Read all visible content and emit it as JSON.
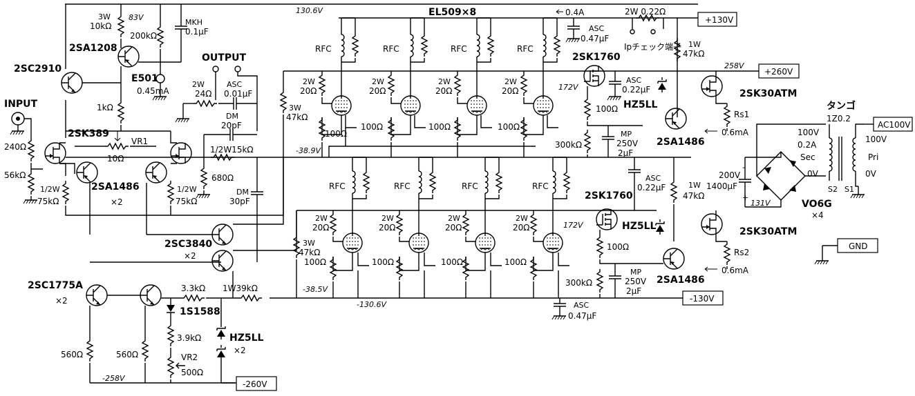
{
  "header": {
    "tubes_label": "EL509×8"
  },
  "terminals": {
    "b_plus": "+130V",
    "b_plus2": "+260V",
    "b_minus": "-130V",
    "b_minus2": "-260V",
    "ac": "AC100V",
    "gnd": "GND",
    "input": "INPUT",
    "output": "OUTPUT",
    "ip_check": "Ipチェック端子"
  },
  "voltages": {
    "top_rail": "130.6V",
    "bottom_rail": "-130.6V",
    "v258": "258V",
    "vneg258": "-258V",
    "v172a": "172V",
    "v172b": "172V",
    "vneg389": "-38.9V",
    "vneg385": "-38.5V",
    "v131": "131V",
    "v83": "83V",
    "current_04": "0.4A",
    "current_045": "0.45mA",
    "current_06a": "0.6mA",
    "current_06b": "0.6mA"
  },
  "semiconductors": {
    "q_2sa1208": "2SA1208",
    "q_2sc2910": "2SC2910",
    "q_2sk389": "2SK389",
    "q_2sa1486a": "2SA1486",
    "q_2sa1486a_x": "×2",
    "q_2sc3840": "2SC3840",
    "q_2sc3840_x": "×2",
    "q_2sc1775": "2SC1775A",
    "q_2sc1775_x": "×2",
    "q_2sk1760a": "2SK1760",
    "q_2sk1760b": "2SK1760",
    "q_2sk30a": "2SK30ATM",
    "q_2sk30b": "2SK30ATM",
    "q_2sa1486b": "2SA1486",
    "q_2sa1486c": "2SA1486",
    "d_e501": "E501",
    "d_1s1588": "1S1588",
    "d_hz5ll_a": "HZ5LL",
    "d_hz5ll_b": "HZ5LL",
    "d_hz5ll_c": "HZ5LL",
    "d_hz5ll_c_x": "×2",
    "d_vo6g": "VO6G",
    "d_vo6g_x": "×4"
  },
  "passives": {
    "r_3w10k": "3W",
    "r_3w10k_v": "10kΩ",
    "r_200k": "200kΩ",
    "c_mkh": "MKH",
    "c_mkh_v": "0.1μF",
    "r_1k": "1kΩ",
    "r_240": "240Ω",
    "r_56k": "56kΩ",
    "r_75ka": "1/2W",
    "r_75ka_v": "75kΩ",
    "r_75kb": "1/2W",
    "r_75kb_v": "75kΩ",
    "vr1": "VR1",
    "vr1_v": "10Ω",
    "r_24": "2W",
    "r_24_v": "24Ω",
    "c_asc001": "ASC",
    "c_asc001_v": "0.01μF",
    "c_dm20": "DM",
    "c_dm20_v": "20pF",
    "r_15k": "1/2W15kΩ",
    "r_680": "680Ω",
    "c_dm30": "DM",
    "c_dm30_v": "30pF",
    "r_47k_grid": "3W",
    "r_47k_grid_v": "47kΩ",
    "r_47k_grid2": "3W",
    "r_47k_grid2_v": "47kΩ",
    "r_20": "20Ω",
    "r_2w": "2W",
    "r_100": "100Ω",
    "rfc": "RFC",
    "c_asc047": "ASC",
    "c_asc047_v": "0.47μF",
    "r_022": "2W 0.22Ω",
    "r_1w47k": "1W",
    "r_1w47k_v": "47kΩ",
    "c_asc022": "ASC",
    "c_asc022_v": "0.22μF",
    "r_rs1": "Rs1",
    "r_rs2": "Rs2",
    "c_mp": "MP",
    "c_mp_v1": "250V",
    "c_mp_v2": "2μF",
    "r_300k": "300kΩ",
    "c_mid_asc": "ASC",
    "c_mid_asc_v": "0.22μF",
    "c_200v": "200V",
    "c_200v_v": "1400μF",
    "r_33k": "3.3kΩ",
    "r_1w39k": "1W39kΩ",
    "r_39k": "3.9kΩ",
    "vr2": "VR2",
    "vr2_v": "500Ω",
    "r_560": "560Ω",
    "c_asc047b": "ASC",
    "c_asc047b_v": "0.47μF"
  },
  "transformer": {
    "name": "タンゴ",
    "model": "1Z0.2",
    "sec_100": "100V",
    "sec_02": "0.2A",
    "sec_label": "Sec",
    "sec_0": "0V",
    "pri_100": "100V",
    "pri_label": "Pri",
    "pri_0": "0V",
    "s2": "S2",
    "s1": "S1"
  }
}
